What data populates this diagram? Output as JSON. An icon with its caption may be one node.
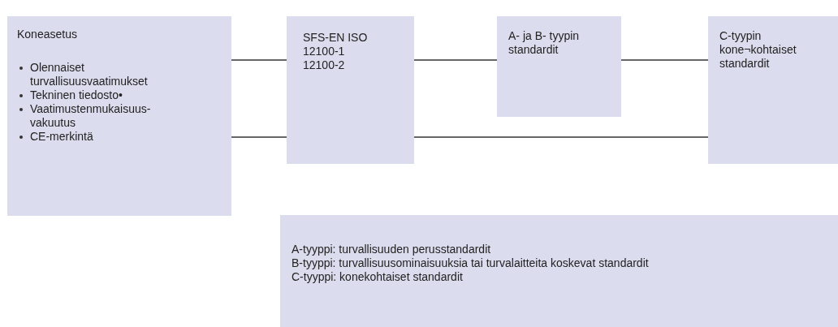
{
  "diagram": {
    "nodes": [
      {
        "text": [
          "Koneasetus",
          "Olennaiset turvallisuusvaatimukset",
          "Tekninen tiedosto•",
          "Vaatimustenmukaisuus-vakuutus",
          "CE-merkintä"
        ]
      },
      {
        "text": [
          "SFS-EN ISO",
          "12100-1",
          "12100-2"
        ]
      },
      {
        "text": [
          "A- ja B- tyypin standardit"
        ]
      },
      {
        "text": [
          "C-tyypin kone¬kohtaiset standardit"
        ]
      },
      {
        "text": [
          "A-tyyppi: turvallisuuden perusstandardit",
          "B-tyyppi: turvallisuusominaisuuksia tai turvalaitteita koskevat standardit",
          "C-tyyppi: konekohtaiset standardit"
        ]
      }
    ],
    "edges": [
      {
        "from": 0,
        "to": 1,
        "arrow": "none"
      },
      {
        "from": 1,
        "to": 2,
        "arrow": "none"
      },
      {
        "from": 2,
        "to": 3,
        "arrow": "none"
      },
      {
        "from": 1,
        "to": 3,
        "arrow": "none"
      },
      {
        "from": 0,
        "to": 1,
        "arrow": "none"
      }
    ]
  }
}
